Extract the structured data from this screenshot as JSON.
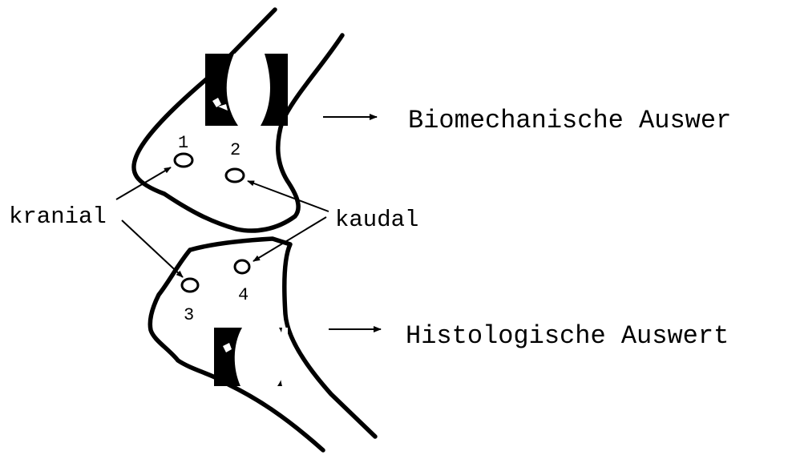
{
  "labels": {
    "kranial": "kranial",
    "kaudal": "kaudal",
    "biomechanics": "Biomechanische Auswer",
    "histology": "Histologische Auswert"
  },
  "sites": [
    {
      "number": "1"
    },
    {
      "number": "2"
    },
    {
      "number": "3"
    },
    {
      "number": "4"
    }
  ],
  "colors": {
    "ink": "#000000",
    "background": "#ffffff"
  }
}
